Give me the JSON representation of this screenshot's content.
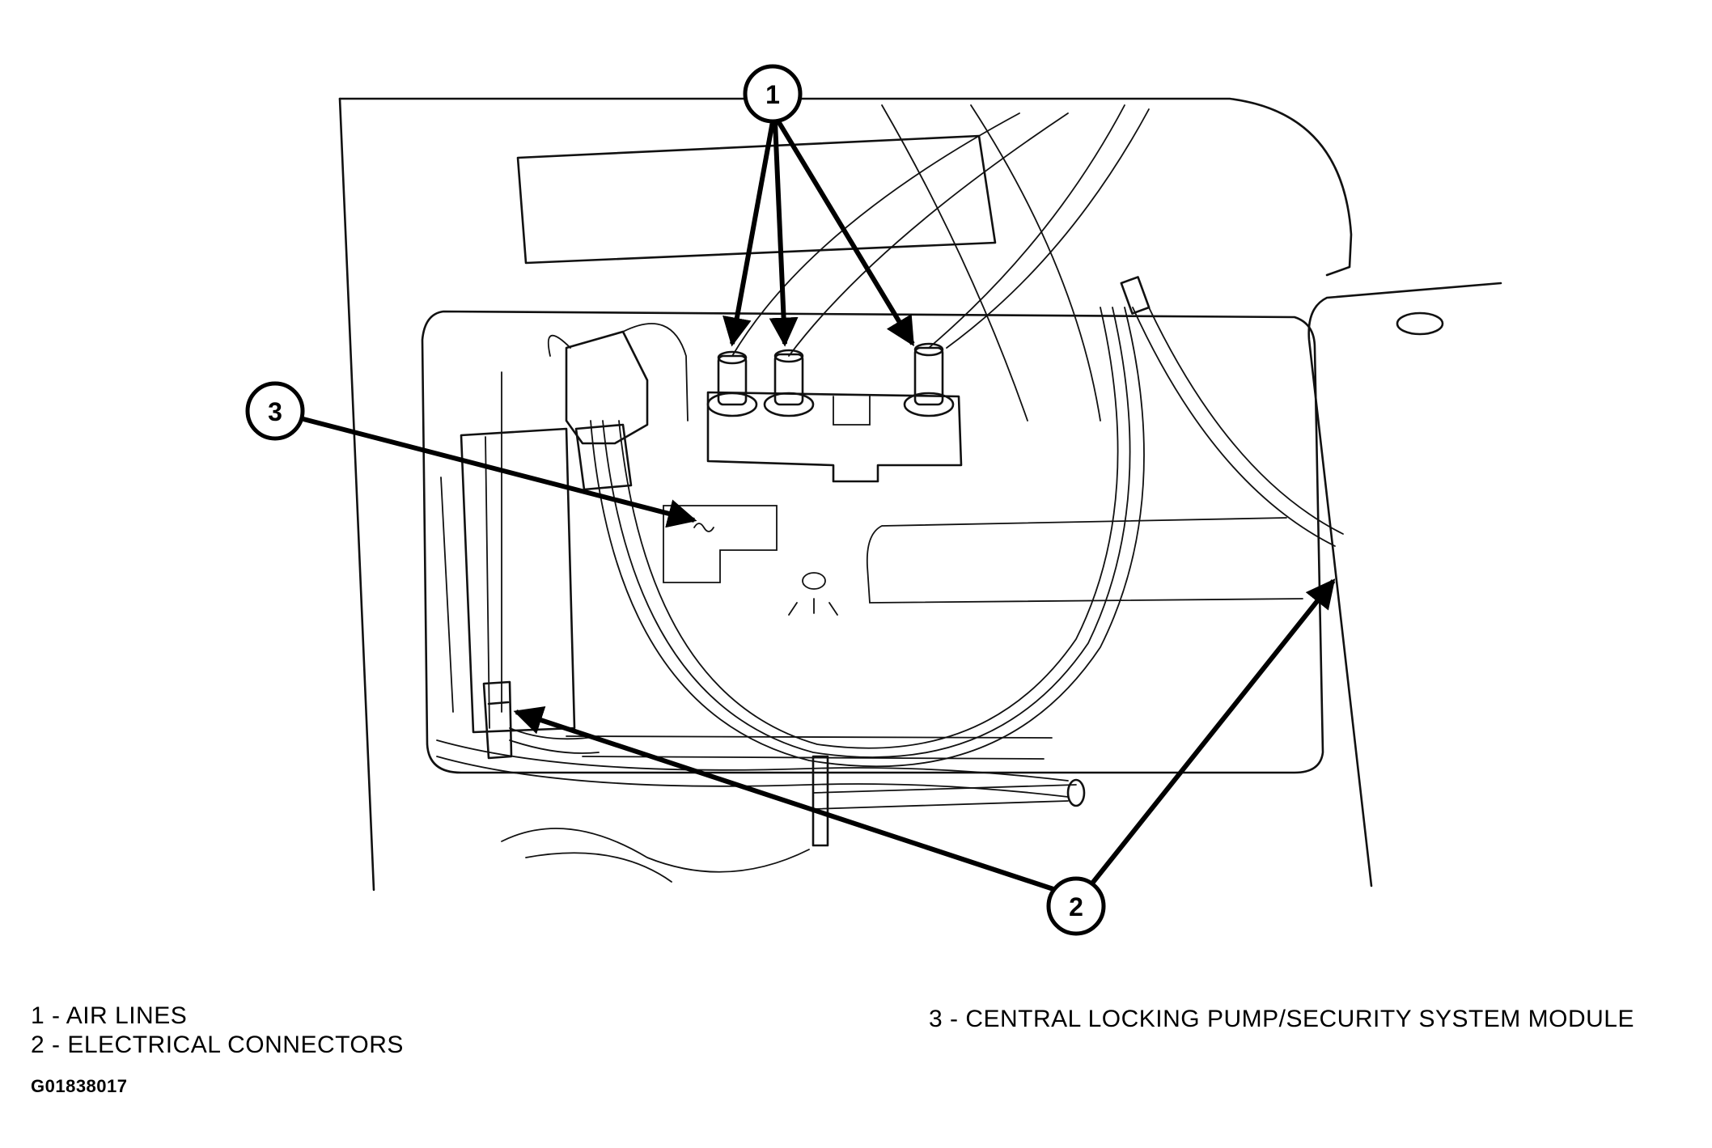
{
  "callouts": [
    {
      "number": "1",
      "label": "AIR LINES"
    },
    {
      "number": "2",
      "label": "ELECTRICAL CONNECTORS"
    },
    {
      "number": "3",
      "label": "CENTRAL LOCKING PUMP/SECURITY SYSTEM MODULE"
    }
  ],
  "legend": {
    "item1": "1 - AIR LINES",
    "item2": "2 - ELECTRICAL CONNECTORS",
    "item3": "3 - CENTRAL LOCKING PUMP/SECURITY SYSTEM MODULE"
  },
  "figure_id": "G01838017"
}
